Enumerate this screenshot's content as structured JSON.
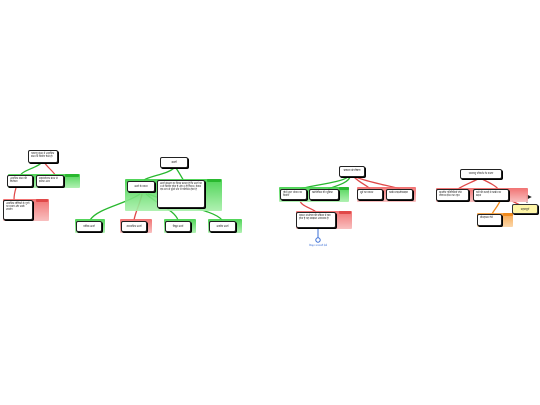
{
  "colors": {
    "green": "#29b82f",
    "red": "#e04848",
    "orange": "#f08a1c",
    "note": "#fff6a8",
    "link": "#3b6fd6"
  },
  "maps": [
    {
      "nodes": {
        "root": "परमाणु बंधन में आयनिक बंधन के निर्माण कैसे हो",
        "child_green": "आयनिक बंधन की विशेषता",
        "child_red": "सहसंयोजक बंधन से इसका अंतर",
        "leaf_red": "आयनिक यौगिकों के गुणों पर प्रभाव और उनके उपयोग"
      }
    },
    {
      "nodes": {
        "root": "ऊर्जा",
        "hub": "ऊर्जा के प्रकार",
        "note": "ऊर्जा संरक्षण का नियम बताता है कि ऊर्जा का न तो निर्माण होता है और न ही विनाश, केवल एक रूप से दूसरे रूप में परिवर्तन होता है",
        "leaf1": "यांत्रिक ऊर्जा",
        "leaf2": "रासायनिक ऊर्जा",
        "leaf3": "विद्युत ऊर्जा",
        "leaf4": "ऊष्मीय ऊर्जा"
      }
    },
    {
      "nodes": {
        "root": "प्रकाश संश्लेषण",
        "child_green": "पौधों द्वारा भोजन का निर्माण",
        "child_red_mid": "क्लोरोफिल की भूमिका",
        "child_red_right": "सूर्य का प्रकाश",
        "child_red_far": "कार्बन डाइऑक्साइड",
        "leaf_red": "प्रकाश संश्लेषण की प्रक्रिया में क्या होता है यह समझना आवश्यक है",
        "link_label": "विस्तृत जानकारी देखें"
      }
    },
    {
      "nodes": {
        "root": "जलवायु परिवर्तन के कारण",
        "child_red_left": "मानवीय गतिविधियाँ जैसे जीवाश्म ईंधन का दहन",
        "child_red_right": "वनों की कटाई से कार्बन का बढ़ना",
        "child_orange": "ग्रीनहाउस गैसें",
        "note": "महत्वपूर्ण"
      }
    }
  ]
}
